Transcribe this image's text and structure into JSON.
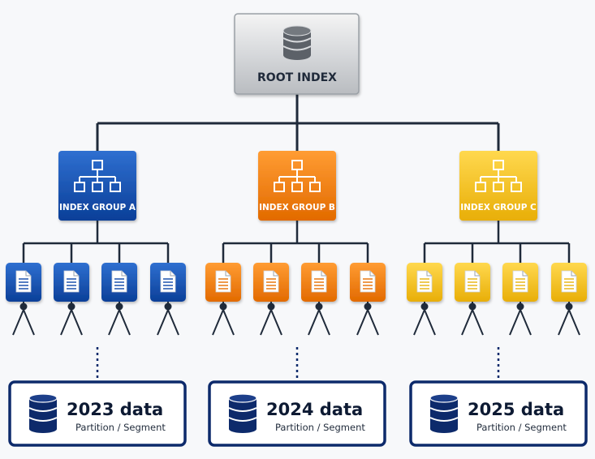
{
  "root": {
    "label": "ROOT INDEX",
    "icon": "database-icon"
  },
  "groups": [
    {
      "id": "a",
      "label": "INDEX GROUP A",
      "color": "#0d47a8",
      "color_light": "#2f6fd0",
      "data_title": "2023 data",
      "data_subtitle": "Partition / Segment"
    },
    {
      "id": "b",
      "label": "INDEX GROUP B",
      "color": "#e76f00",
      "color_light": "#ff9a2e",
      "data_title": "2024 data",
      "data_subtitle": "Partition / Segment"
    },
    {
      "id": "c",
      "label": "INDEX GROUP C",
      "color": "#e8b30c",
      "color_light": "#ffd74a",
      "data_title": "2025 data",
      "data_subtitle": "Partition / Segment"
    }
  ],
  "documents_per_group": 4,
  "colors": {
    "line": "#1f2a3a",
    "navy": "#0d2a6b",
    "box_border": "#0d2a6b"
  }
}
